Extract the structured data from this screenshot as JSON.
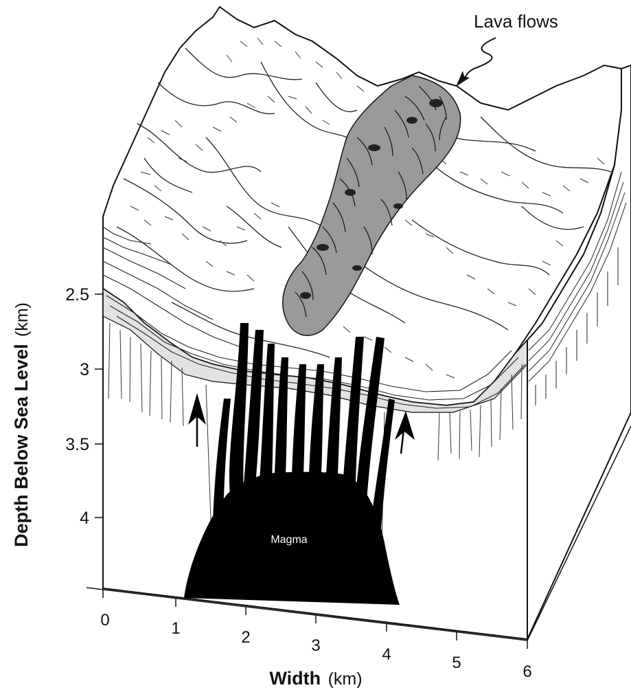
{
  "labels": {
    "callout": "Lava flows",
    "magma": "Magma",
    "x_axis_title": "Width",
    "x_axis_unit": "(km)",
    "y_axis_title": "Depth Below Sea Level",
    "y_axis_unit": "(km)"
  },
  "x_ticks": [
    "0",
    "1",
    "2",
    "3",
    "4",
    "5",
    "6"
  ],
  "y_ticks": [
    "2.5",
    "3",
    "3.5",
    "4"
  ],
  "colors": {
    "ink": "#111111",
    "paper": "#ffffff",
    "shade": "#d8d8d8",
    "magma": "#000000"
  }
}
